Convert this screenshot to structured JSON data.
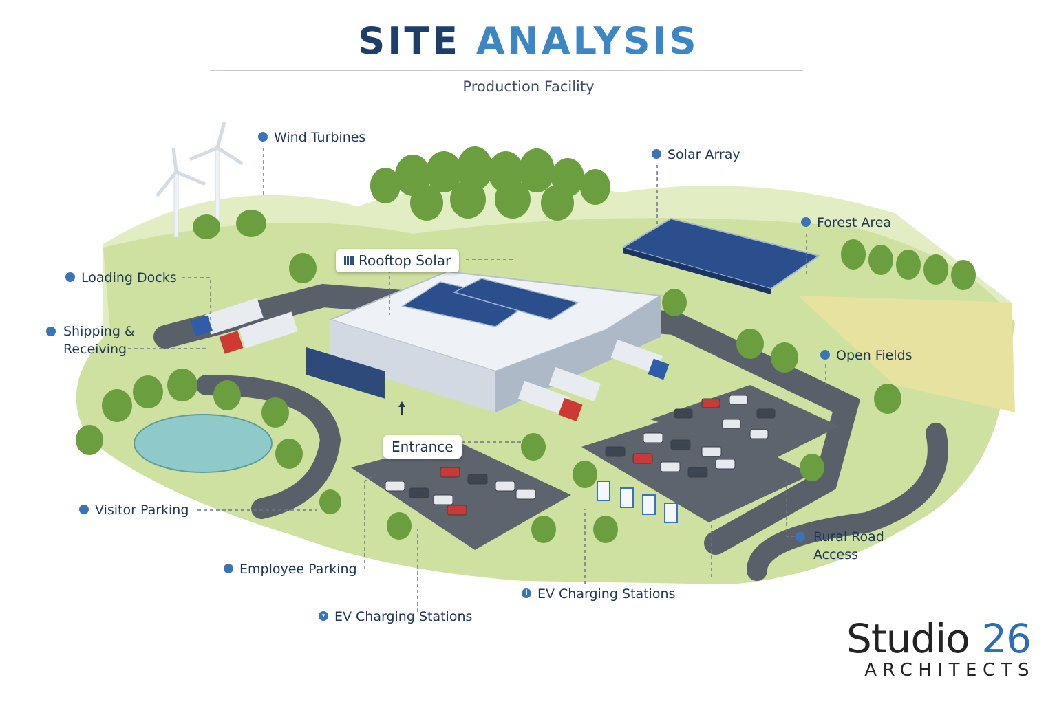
{
  "header": {
    "title_part1": "SITE",
    "title_part2": "ANALYSIS",
    "subtitle": "Production Facility"
  },
  "labels": {
    "wind_turbines": "Wind Turbines",
    "solar_array": "Solar Array",
    "forest_area": "Forest Area",
    "rooftop_solar": "Rooftop Solar",
    "loading_docks": "Loading Docks",
    "shipping_line1": "Shipping &",
    "shipping_line2": "Receiving",
    "open_fields": "Open Fields",
    "entrance": "Entrance",
    "visitor_parking": "Visitor Parking",
    "employee_parking": "Employee Parking",
    "ev_charging_left": "EV Charging Stations",
    "ev_charging_right": "EV Charging Stations",
    "rural_road_line1": "Rural Road",
    "rural_road_line2": "Access"
  },
  "logo": {
    "name": "Studio",
    "number": "26",
    "tagline": "ARCHITECTS"
  },
  "colors": {
    "title_dark": "#1d3d6b",
    "title_accent": "#3d86c6",
    "marker": "#3a74b8",
    "logo_accent": "#2d6db5"
  },
  "icons": {
    "rooftop_solar": "solar-panel-icon",
    "ev_left": "chevron-down-icon",
    "ev_right": "info-icon"
  }
}
